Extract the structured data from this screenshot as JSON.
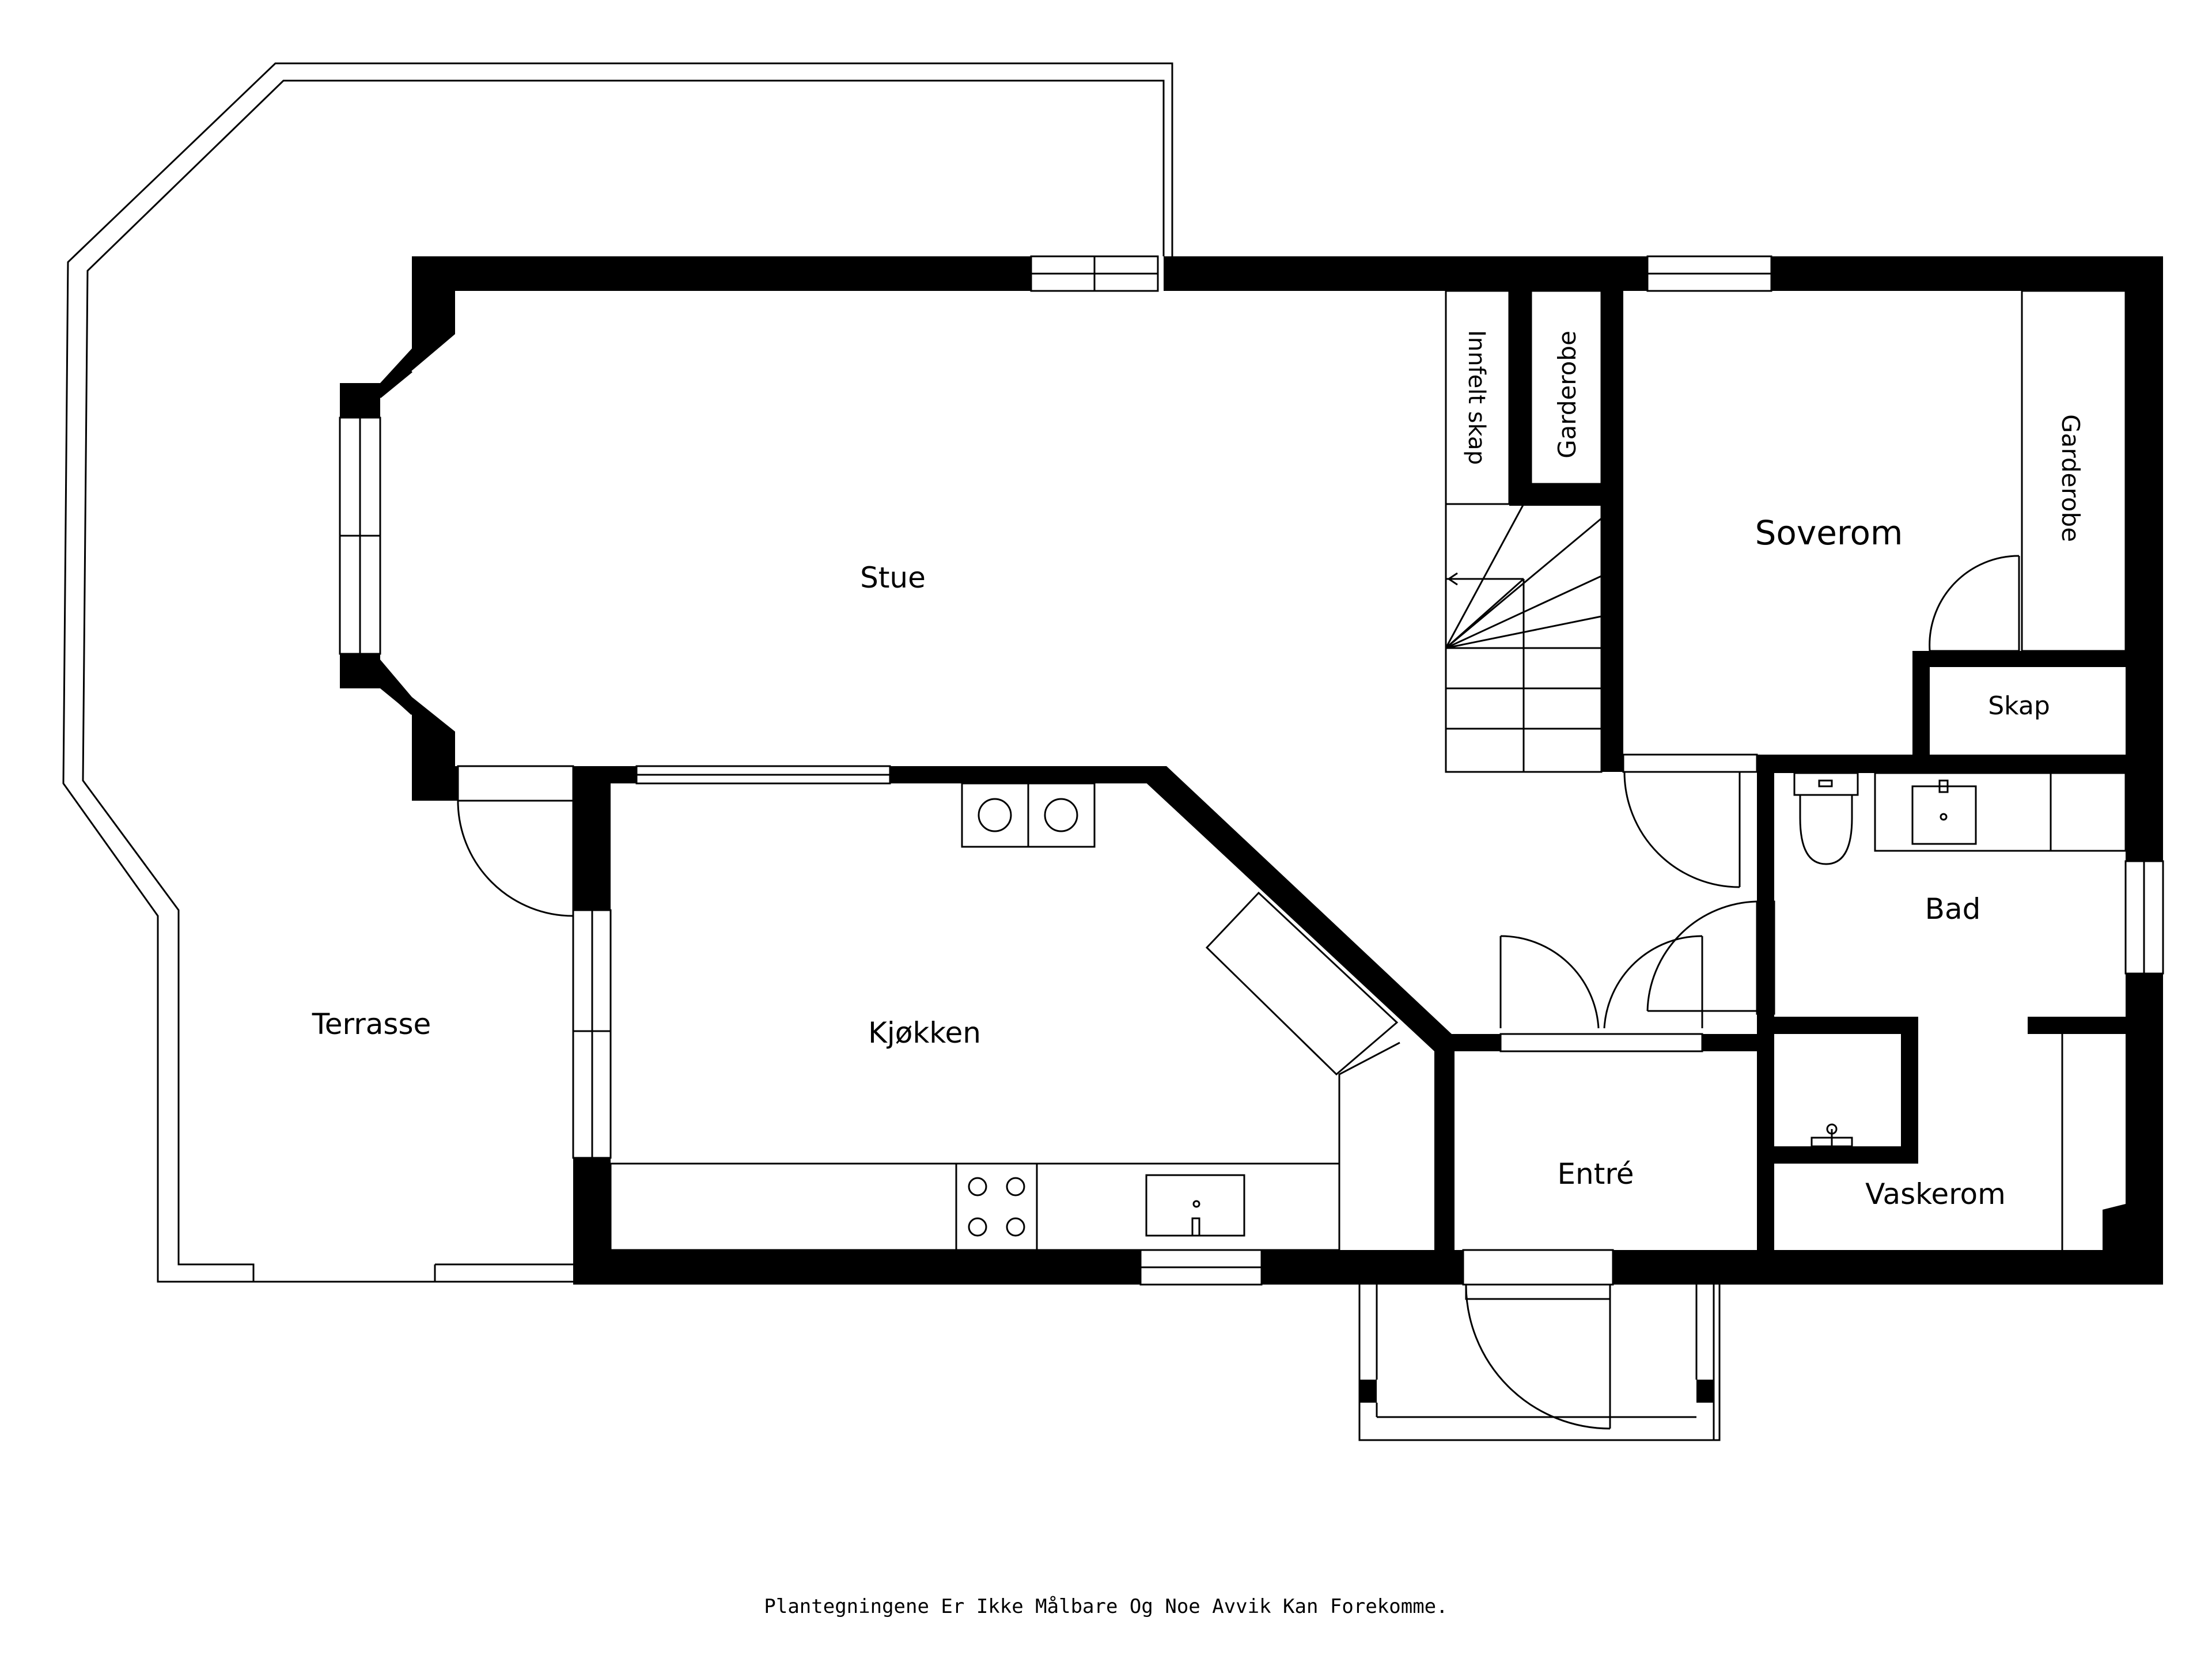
{
  "rooms": {
    "stue": "Stue",
    "soverom": "Soverom",
    "kjokken": "Kjøkken",
    "terrasse": "Terrasse",
    "bad": "Bad",
    "entre": "Entré",
    "vaskerom": "Vaskerom",
    "skap": "Skap",
    "garderobe_left": "Garderobe",
    "garderobe_right": "Garderobe",
    "innfelt_skap": "Innfelt skap"
  },
  "disclaimer": "Plantegningene Er Ikke Målbare Og Noe Avvik Kan Forekomme.",
  "colors": {
    "wall": "#000000",
    "background": "#ffffff",
    "line": "#000000"
  }
}
